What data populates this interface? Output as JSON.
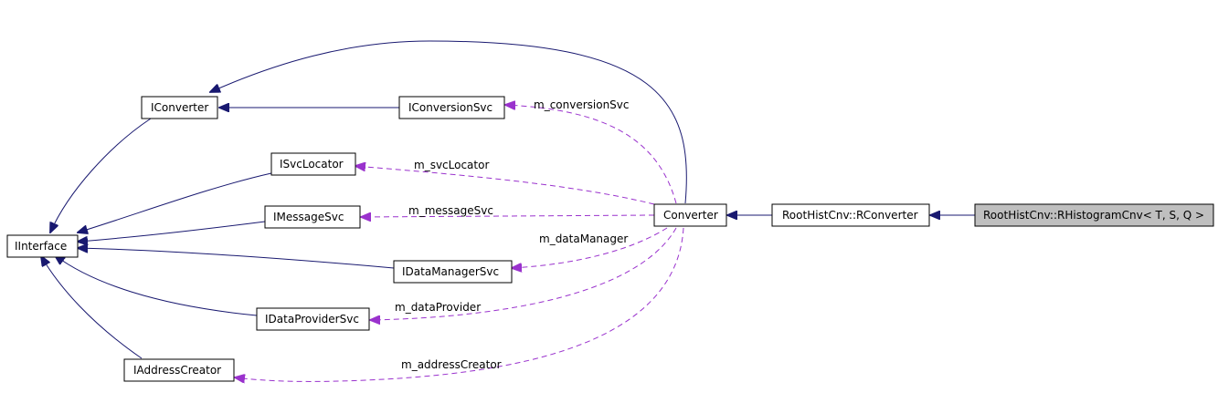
{
  "colors": {
    "inheritance": "#191970",
    "usage": "#9a32cd",
    "highlight_fill": "#bfbfbf"
  },
  "nodes": {
    "iinterface": "IInterface",
    "iconverter": "IConverter",
    "iconversionsvc": "IConversionSvc",
    "isvclocator": "ISvcLocator",
    "imessagesvc": "IMessageSvc",
    "idatamanagersvc": "IDataManagerSvc",
    "idataprovidersvc": "IDataProviderSvc",
    "iaddresscreator": "IAddressCreator",
    "converter": "Converter",
    "rconverter": "RootHistCnv::RConverter",
    "rhistogramcnv": "RootHistCnv::RHistogramCnv< T, S, Q >"
  },
  "edge_labels": {
    "conversion_svc": "m_conversionSvc",
    "svc_locator": "m_svcLocator",
    "message_svc": "m_messageSvc",
    "data_manager": "m_dataManager",
    "data_provider": "m_dataProvider",
    "address_creator": "m_addressCreator"
  }
}
